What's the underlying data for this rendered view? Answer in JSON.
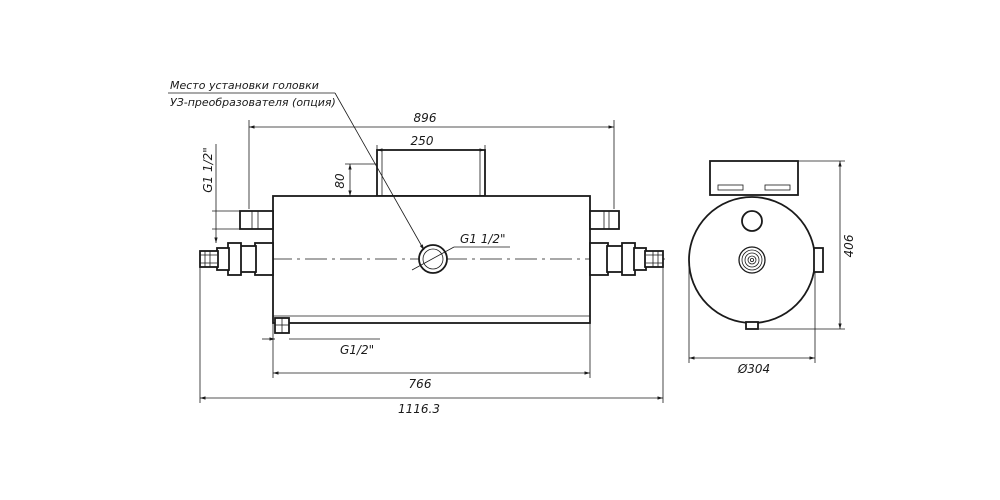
{
  "callout": {
    "line1": "Место установки головки",
    "line2": "УЗ-преобразователя (опция)"
  },
  "dimensions": {
    "overall_width_top": "896",
    "head_width": "250",
    "head_height": "80",
    "inlet_thread": "G1 1/2\"",
    "sensor_thread": "G1 1/2\"",
    "drain_thread": "G1/2\"",
    "body_length": "766",
    "total_length": "1116.3",
    "diameter": "Ø304",
    "height_side": "406"
  }
}
